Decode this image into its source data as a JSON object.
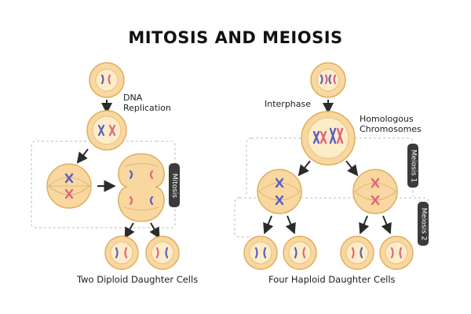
{
  "title": "MITOSIS AND MEIOSIS",
  "labels": {
    "dna_replication": [
      "DNA",
      "Replication"
    ],
    "interphase": "Interphase",
    "homologous": [
      "Homologous",
      "Chromosomes"
    ],
    "mitosis_tag": "Mitosis",
    "meiosis1_tag": "Meiosis 1",
    "meiosis2_tag": "Meiosis 2",
    "diploid_caption": "Two Diploid Daughter Cells",
    "haploid_caption": "Four Haploid Daughter Cells"
  },
  "colors": {
    "cell_fill": "#f8d8a0",
    "cell_stroke": "#e0ad60",
    "nucleus_fill": "#fcecc8",
    "chromosome_blue": "#5a5fc0",
    "chromosome_red": "#e0647c",
    "arrow": "#2b2b2b",
    "tag_bg": "#3b3b3b",
    "dashed": "#b9b9b9"
  }
}
